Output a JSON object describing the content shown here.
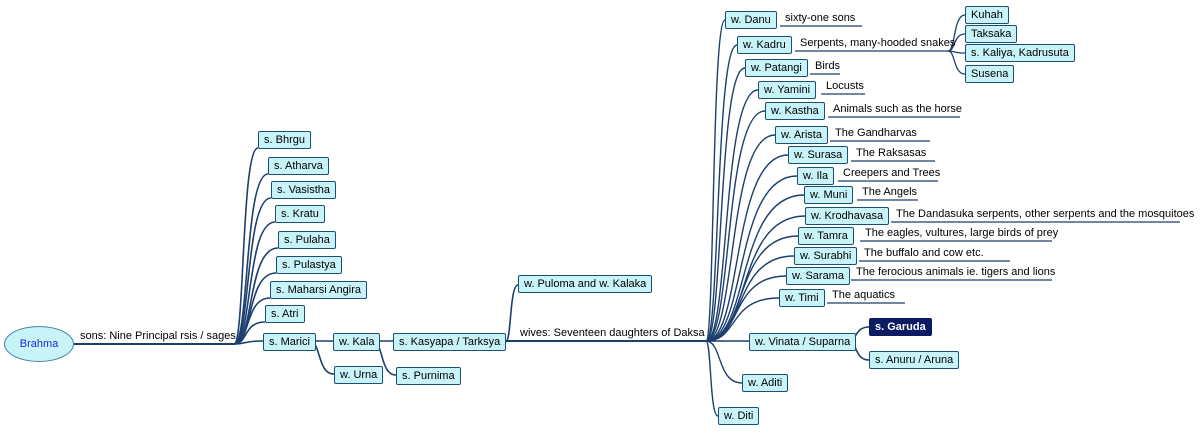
{
  "root": "Brahma",
  "sons_label": "sons: Nine Principal rsis / sages",
  "sages": [
    "s. Bhrgu",
    "s. Atharva",
    "s. Vasistha",
    "s. Kratu",
    "s. Pulaha",
    "s. Pulastya",
    "s. Maharsi Angira",
    "s. Atri",
    "s. Marici"
  ],
  "marici_wives": [
    "w. Kala",
    "w. Urna"
  ],
  "kala_sons": [
    "s. Kasyapa / Tarksya",
    "s. Purnima"
  ],
  "puloma": "w. Puloma and w. Kalaka",
  "wives_label": "wives: Seventeen daughters of Daksa",
  "daksa_daughters": [
    {
      "name": "w. Danu",
      "desc": "sixty-one sons"
    },
    {
      "name": "w. Kadru",
      "desc": "Serpents, many-hooded snakes"
    },
    {
      "name": "w. Patangi",
      "desc": "Birds"
    },
    {
      "name": "w. Yamini",
      "desc": "Locusts"
    },
    {
      "name": "w. Kastha",
      "desc": "Animals such as the horse"
    },
    {
      "name": "w. Arista",
      "desc": "The Gandharvas"
    },
    {
      "name": "w. Surasa",
      "desc": "The Raksasas"
    },
    {
      "name": "w. Ila",
      "desc": "Creepers and Trees"
    },
    {
      "name": "w. Muni",
      "desc": "The Angels"
    },
    {
      "name": "w. Krodhavasa",
      "desc": "The Dandasuka serpents, other serpents and the mosquitoes"
    },
    {
      "name": "w. Tamra",
      "desc": "The eagles, vultures, large birds of prey"
    },
    {
      "name": "w. Surabhi",
      "desc": "The buffalo and cow etc."
    },
    {
      "name": "w. Sarama",
      "desc": "The ferocious animals ie. tigers and lions"
    },
    {
      "name": "w. Timi",
      "desc": "The aquatics"
    },
    {
      "name": "w. Vinata / Suparna",
      "desc": ""
    },
    {
      "name": "w. Aditi",
      "desc": ""
    },
    {
      "name": "w. Diti",
      "desc": ""
    }
  ],
  "kadru_serpents": [
    "Kuhah",
    "Taksaka",
    "s. Kaliya, Kadrusuta",
    "Susena"
  ],
  "vinata_sons": [
    "s. Garuda",
    "s. Anuru / Aruna"
  ]
}
